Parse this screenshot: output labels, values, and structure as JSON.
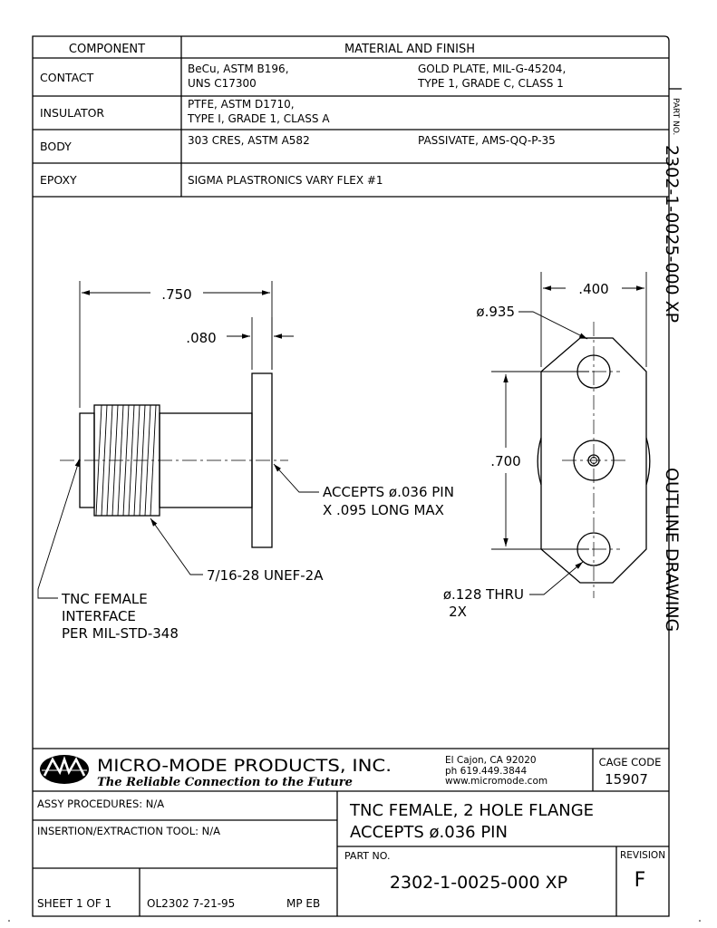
{
  "table": {
    "header_component": "COMPONENT",
    "header_material": "MATERIAL AND FINISH",
    "rows": [
      {
        "component": "CONTACT",
        "material_1": "BeCu, ASTM B196,",
        "material_2": "UNS C17300",
        "finish_1": "GOLD PLATE, MIL-G-45204,",
        "finish_2": "TYPE 1, GRADE C, CLASS 1"
      },
      {
        "component": "INSULATOR",
        "material_1": "PTFE, ASTM D1710,",
        "material_2": "TYPE I, GRADE 1, CLASS A",
        "finish_1": "",
        "finish_2": ""
      },
      {
        "component": "BODY",
        "material_1": "303 CRES, ASTM A582",
        "material_2": "",
        "finish_1": "PASSIVATE, AMS-QQ-P-35",
        "finish_2": ""
      },
      {
        "component": "EPOXY",
        "material_1": "SIGMA PLASTRONICS VARY FLEX #1",
        "material_2": "",
        "finish_1": "",
        "finish_2": ""
      }
    ]
  },
  "side_strip": {
    "part_no_label": "PART NO.",
    "part_no": "2302-1-0025-000 XP",
    "title": "OUTLINE DRAWING"
  },
  "dimensions": {
    "overall_length": ".750",
    "flange_thickness": ".080",
    "flange_width": ".400",
    "flange_diameter": "ø.935",
    "hole_spacing": ".700",
    "pin_note_1": "ACCEPTS ø.036 PIN",
    "pin_note_2": "X .095 LONG MAX",
    "thread": "7/16-28 UNEF-2A",
    "interface_1": "TNC FEMALE",
    "interface_2": "INTERFACE",
    "interface_3": "PER MIL-STD-348",
    "hole_1": "ø.128 THRU",
    "hole_2": "2X"
  },
  "title_block": {
    "company": "MICRO-MODE PRODUCTS, INC.",
    "tagline": "The Reliable Connection to the Future",
    "address": "El Cajon, CA  92020",
    "phone": "ph 619.449.3844",
    "website": "www.micromode.com",
    "cage_label": "CAGE CODE",
    "cage_code": "15907",
    "assy": "ASSY PROCEDURES: N/A",
    "tool": "INSERTION/EXTRACTION TOOL: N/A",
    "title_1": "TNC FEMALE, 2 HOLE FLANGE",
    "title_2": "ACCEPTS ø.036 PIN",
    "part_no_label": "PART NO.",
    "part_no": "2302-1-0025-000 XP",
    "revision_label": "REVISION",
    "revision": "F",
    "sheet": "SHEET 1 OF 1",
    "drawing_ref": "OL2302 7-21-95",
    "drawn_by": "MP EB"
  }
}
